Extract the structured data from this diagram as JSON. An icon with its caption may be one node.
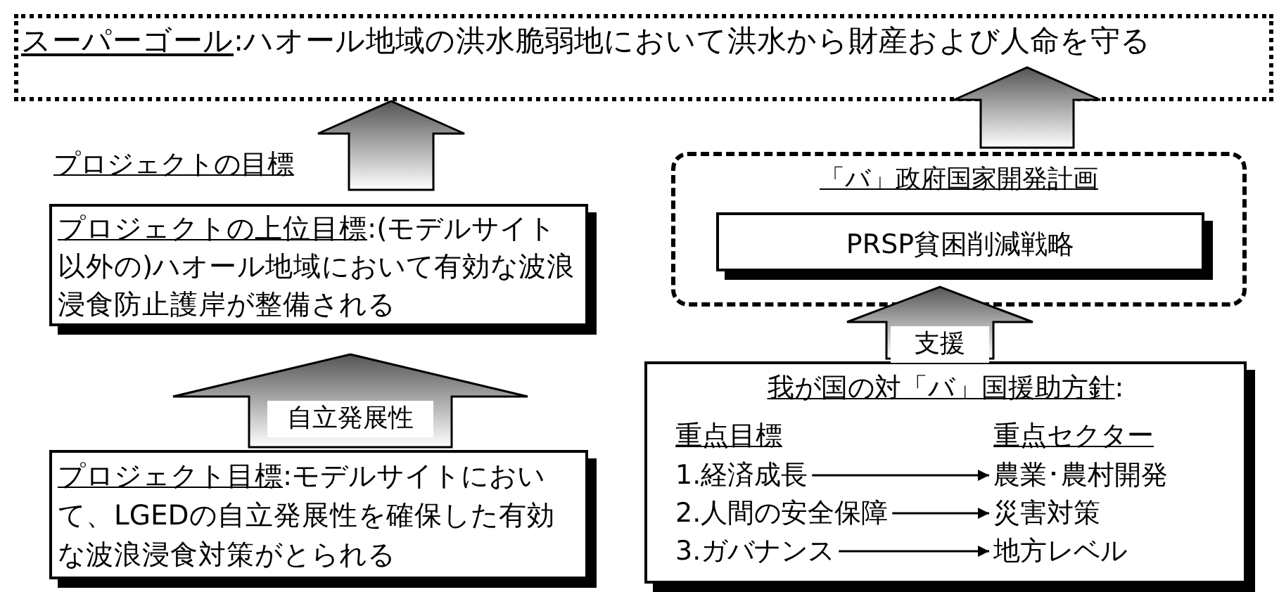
{
  "diagram": {
    "nodes": [
      {
        "text": [
          "スーパーゴール",
          ":ハオール地域の洪水脆弱地において洪水から財産および人命を守る"
        ]
      },
      {
        "text": [
          "プロジェクトの上位目標",
          ":(モデルサイト以外の)ハオール地域において有効な波浪浸食防止護岸が整備される"
        ]
      },
      {
        "text": [
          "プロジェクト目標",
          ":モデルサイトにおいて、LGEDの自立発展性を確保した有効な波浪浸食対策がとられる"
        ]
      },
      {
        "text": [
          "「バ」政府国家開発計画"
        ]
      },
      {
        "text": [
          "PRSP貧困削減戦略"
        ],
        "in": 3
      },
      {
        "text": [
          "我が国の対「バ」国援助方針",
          ":",
          "重点目標",
          "重点セクター"
        ]
      },
      {
        "text": [
          "1.経済成長"
        ],
        "in": 5
      },
      {
        "text": [
          "農業･農村開発"
        ],
        "in": 5
      },
      {
        "text": [
          "2.人間の安全保障"
        ],
        "in": 5
      },
      {
        "text": [
          "災害対策"
        ],
        "in": 5
      },
      {
        "text": [
          "3.ガバナンス"
        ],
        "in": 5
      },
      {
        "text": [
          "地方レベル"
        ],
        "in": 5
      }
    ],
    "edges": [
      {
        "from": 1,
        "to": 0,
        "arrow": "to"
      },
      {
        "from": 3,
        "to": 0,
        "arrow": "to"
      },
      {
        "from": 2,
        "to": 1,
        "arrow": "to",
        "label": "自立発展性"
      },
      {
        "from": 5,
        "to": 3,
        "arrow": "to",
        "label": "支援"
      },
      {
        "from": 6,
        "to": 7,
        "arrow": "to"
      },
      {
        "from": 8,
        "to": 9,
        "arrow": "to"
      },
      {
        "from": 10,
        "to": 11,
        "arrow": "to"
      }
    ],
    "labels": [
      "プロジェクトの目標"
    ]
  }
}
